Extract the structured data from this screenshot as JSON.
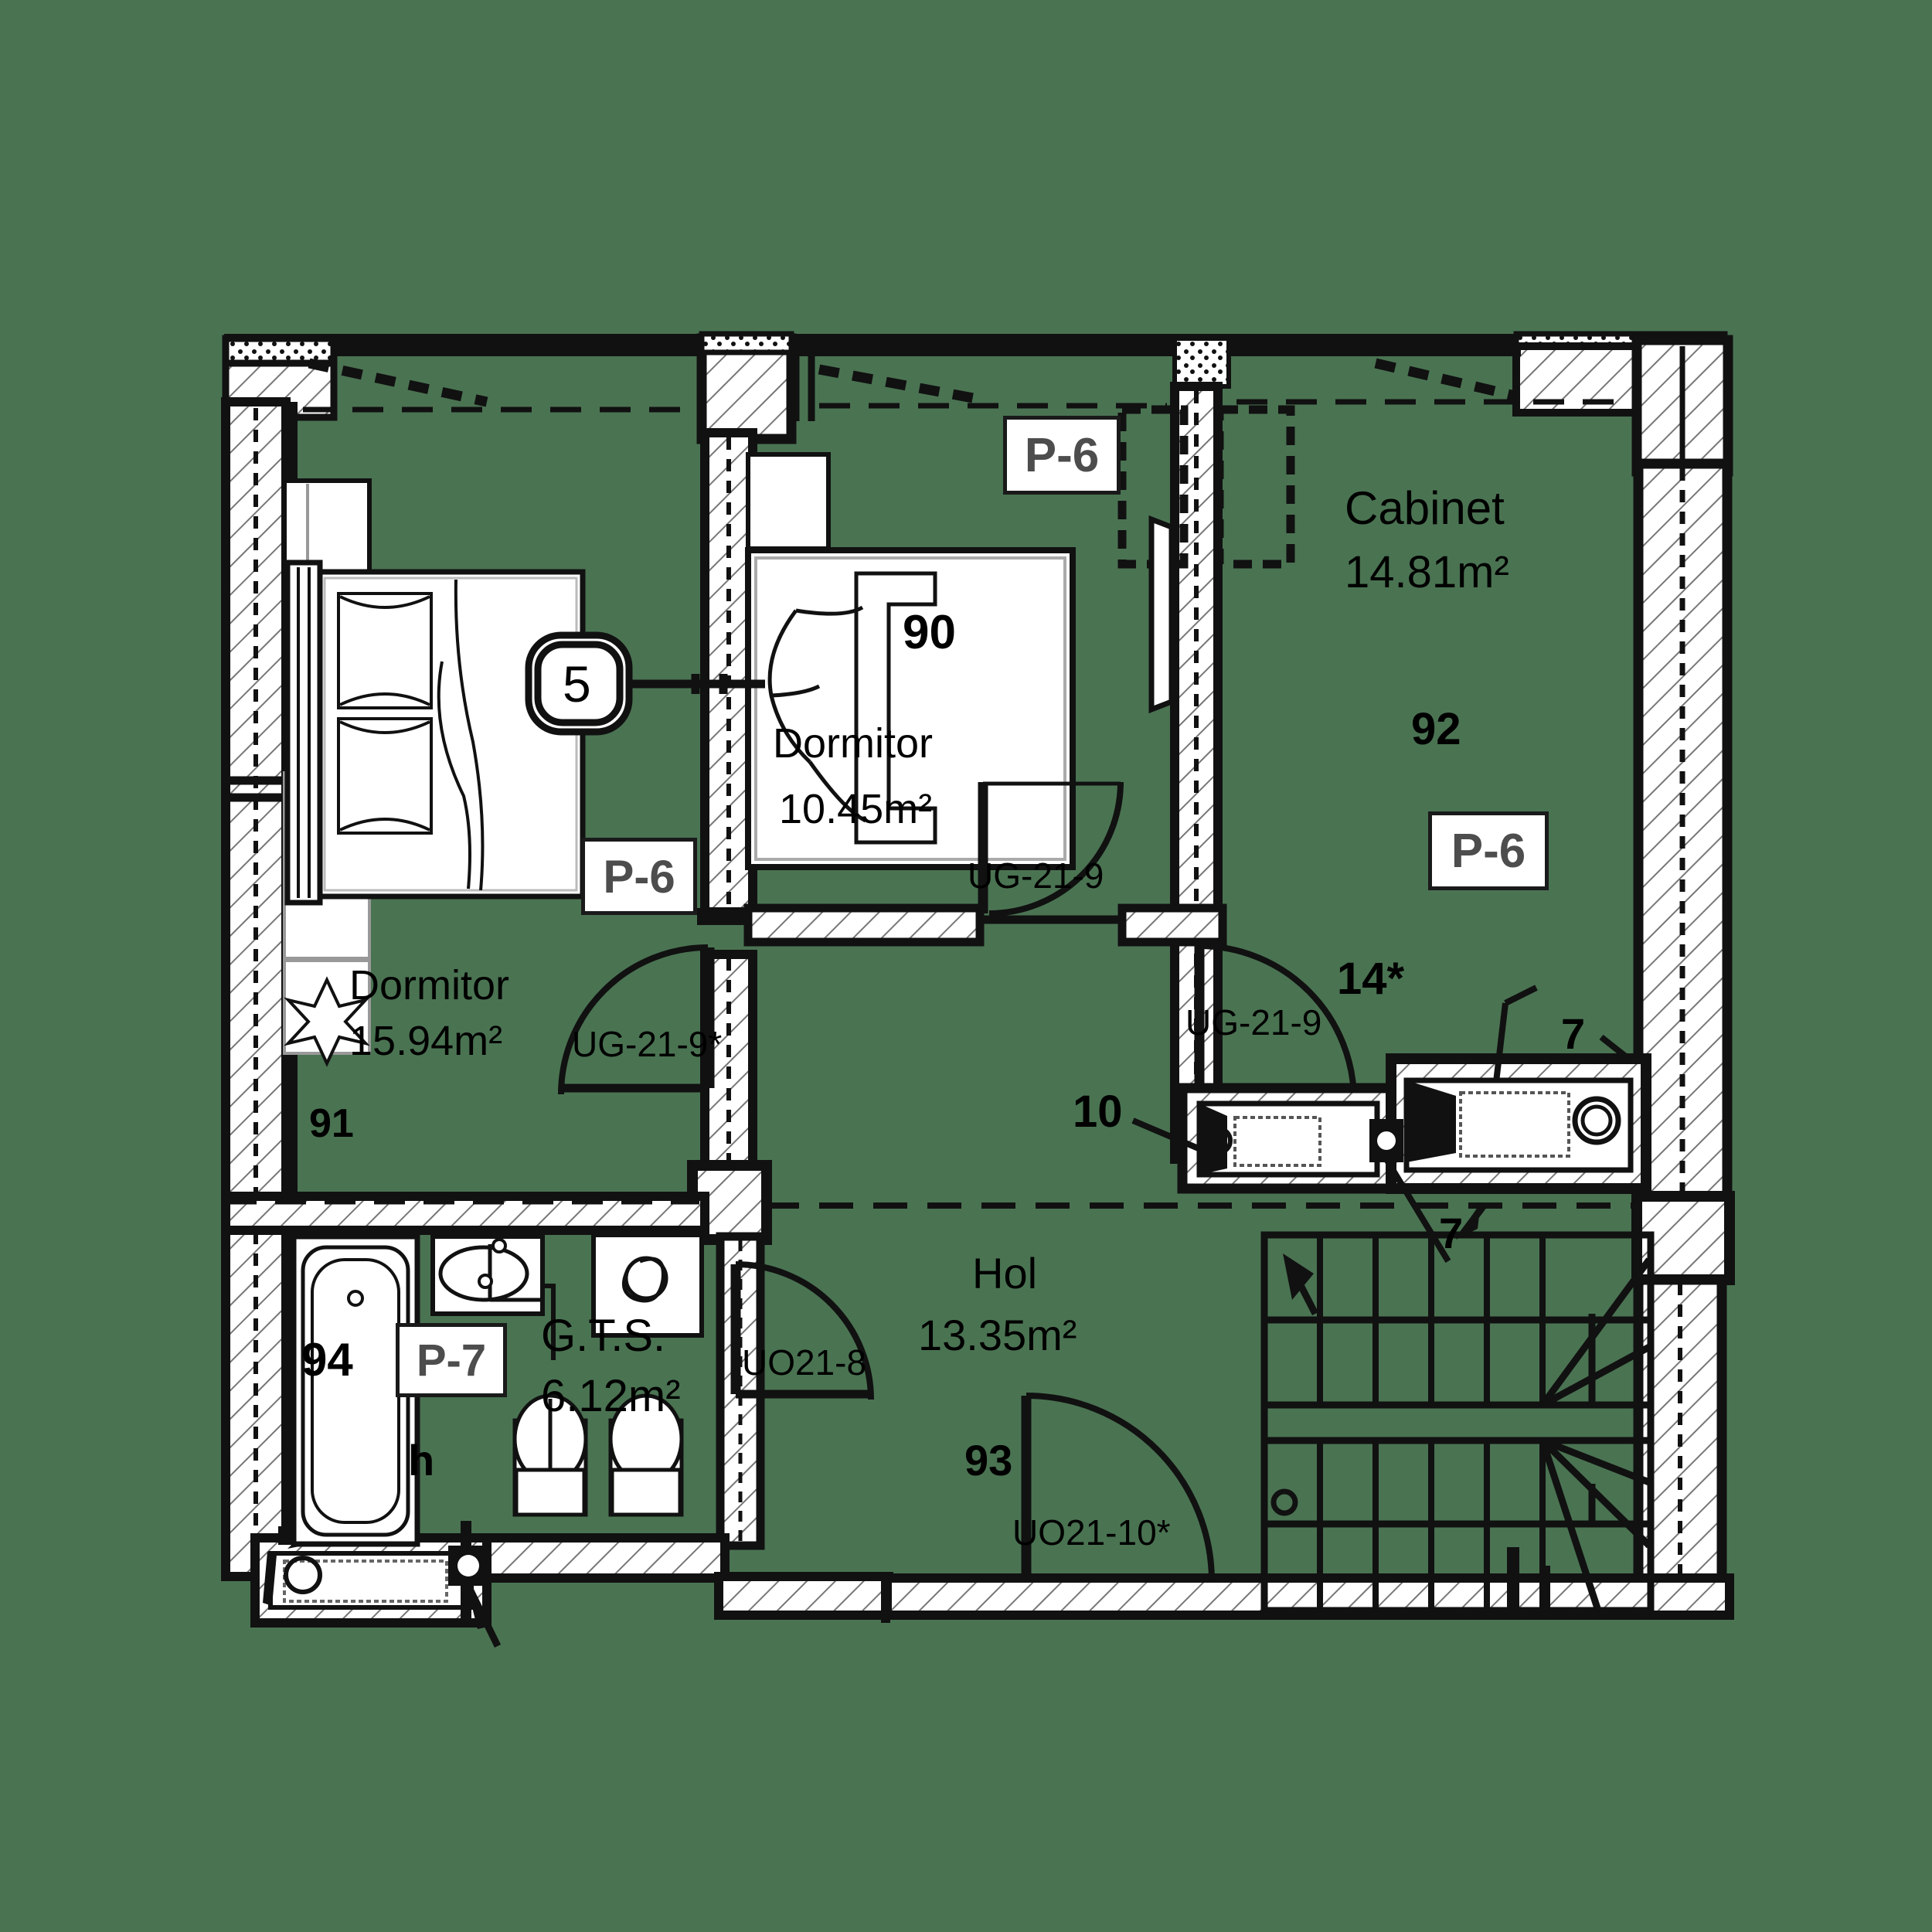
{
  "drawing": {
    "type": "architectural-floor-plan",
    "background_color": "#4a7352",
    "line_color": "#000000",
    "fill_color": "#ffffff"
  },
  "rooms": [
    {
      "id": "dormitor-91",
      "name": "Dormitor",
      "area": "15.94m²",
      "number": "91"
    },
    {
      "id": "dormitor-90",
      "name": "Dormitor",
      "area": "10.45m²",
      "number": "90"
    },
    {
      "id": "cabinet-92",
      "name": "Cabinet",
      "area": "14.81m²",
      "number": "92"
    },
    {
      "id": "gts-94",
      "name": "G.T.S.",
      "area": "6.12m²",
      "number": "94"
    },
    {
      "id": "hol-93",
      "name": "Hol",
      "area": "13.35m²",
      "number": "93"
    }
  ],
  "finish_tags": [
    {
      "id": "tag-p6-dormitor90",
      "label": "P-6"
    },
    {
      "id": "tag-p6-cabinet92",
      "label": "P-6"
    },
    {
      "id": "tag-p6-dormitor91",
      "label": "P-6"
    },
    {
      "id": "tag-p7-gts94",
      "label": "P-7"
    }
  ],
  "door_codes": [
    {
      "id": "door-ug-21-9-a",
      "label": "UG-21-9"
    },
    {
      "id": "door-ug-21-9-b",
      "label": "UG-21-9"
    },
    {
      "id": "door-ug-21-9-star",
      "label": "UG-21-9*"
    },
    {
      "id": "door-uo21-8",
      "label": "UO21-8"
    },
    {
      "id": "door-uo21-10-star",
      "label": "UO21-10*"
    }
  ],
  "callouts": [
    {
      "id": "callout-5",
      "label": "5",
      "shape": "rounded-square"
    },
    {
      "id": "callout-14",
      "label": "14*"
    },
    {
      "id": "callout-10",
      "label": "10"
    },
    {
      "id": "callout-7-upper",
      "label": "7"
    },
    {
      "id": "callout-7-lower",
      "label": "7"
    },
    {
      "id": "callout-h",
      "label": "h"
    }
  ],
  "fixtures": [
    {
      "id": "bed-double-91",
      "name": "double-bed"
    },
    {
      "id": "bed-double-90",
      "name": "double-bed"
    },
    {
      "id": "wardrobe-91",
      "name": "wardrobe"
    },
    {
      "id": "wardrobe-92",
      "name": "wardrobe"
    },
    {
      "id": "plant-91",
      "name": "potted-plant"
    },
    {
      "id": "bathtub-94",
      "name": "bathtub"
    },
    {
      "id": "sink-94",
      "name": "washbasin"
    },
    {
      "id": "shower-94",
      "name": "shower-tray"
    },
    {
      "id": "toilet-94-a",
      "name": "toilet"
    },
    {
      "id": "toilet-94-b",
      "name": "toilet"
    },
    {
      "id": "stairs-93",
      "name": "staircase"
    }
  ]
}
